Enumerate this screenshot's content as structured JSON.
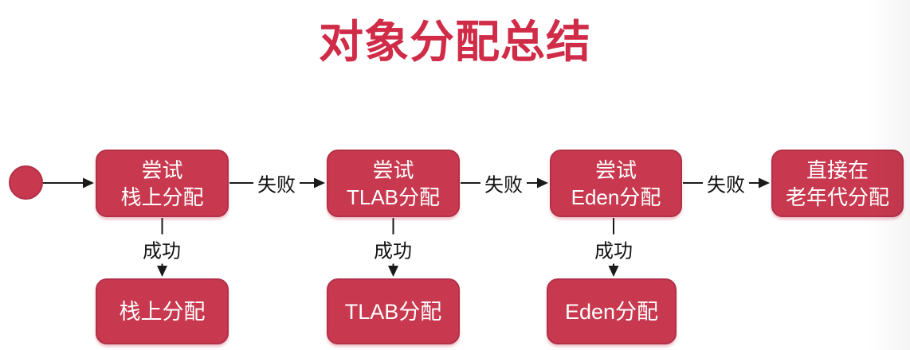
{
  "title": "对象分配总结",
  "diagram": {
    "top_nodes": [
      {
        "line1": "尝试",
        "line2": "栈上分配"
      },
      {
        "line1": "尝试",
        "line2": "TLAB分配"
      },
      {
        "line1": "尝试",
        "line2": "Eden分配"
      },
      {
        "line1": "直接在",
        "line2": "老年代分配"
      }
    ],
    "bottom_nodes": [
      {
        "label": "栈上分配"
      },
      {
        "label": "TLAB分配"
      },
      {
        "label": "Eden分配"
      }
    ],
    "edge_labels": {
      "fail": "失败",
      "success": "成功"
    }
  },
  "colors": {
    "node_fill": "#c8394f",
    "node_border": "#b23148",
    "title_red": "#d02b47",
    "connector_line": "#1a1a1a",
    "node_text": "#ffffff",
    "background": "#ffffff"
  }
}
